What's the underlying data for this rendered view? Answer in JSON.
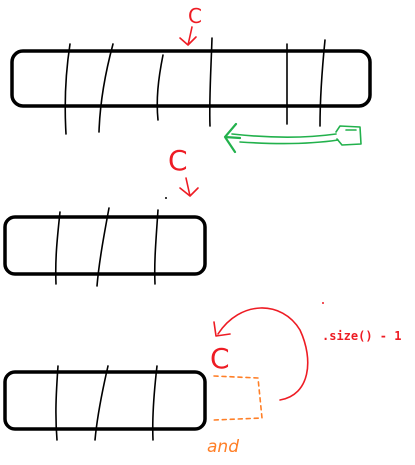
{
  "colors": {
    "ink": "#000000",
    "cursor_red": "#ee1c24",
    "pointer_green": "#22b14c",
    "extend_orange": "#ff7f27",
    "background": "#ffffff"
  },
  "icons": {
    "pointer": "hand-pointer-icon",
    "cursor_arrow": "down-arrow-icon",
    "loop_arrow": "curved-arrow-icon"
  },
  "annotations": {
    "cursor_label_top": "C",
    "cursor_label_middle": "C",
    "cursor_label_bottom": "C",
    "size_expression": ".size() - 1",
    "and_label": "and"
  },
  "arrays": [
    {
      "id": "full",
      "slots": 7
    },
    {
      "id": "shorter",
      "slots": 4
    },
    {
      "id": "shortest",
      "slots": 4,
      "ghost_slot": true
    }
  ]
}
